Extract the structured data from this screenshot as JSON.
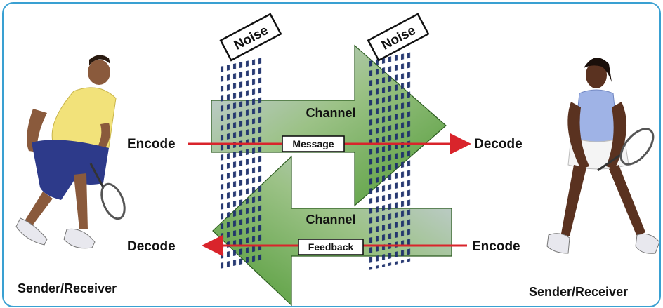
{
  "labels": {
    "encode_left": "Encode",
    "decode_right": "Decode",
    "decode_left": "Decode",
    "encode_right": "Encode",
    "channel_top": "Channel",
    "channel_bottom": "Channel",
    "message": "Message",
    "feedback": "Feedback",
    "noise_left": "Noise",
    "noise_right": "Noise",
    "sender_receiver_left": "Sender/Receiver",
    "sender_receiver_right": "Sender/Receiver"
  },
  "colors": {
    "frame": "#39a0d2",
    "signal_line": "#d9242b",
    "noise_dash": "#1c2f6b",
    "arrow_green": "#6aaa3e",
    "arrow_lavender": "#b9b8de"
  },
  "icons": {
    "left_person": "male-tennis-player-illustration",
    "right_person": "female-tennis-player-illustration"
  }
}
